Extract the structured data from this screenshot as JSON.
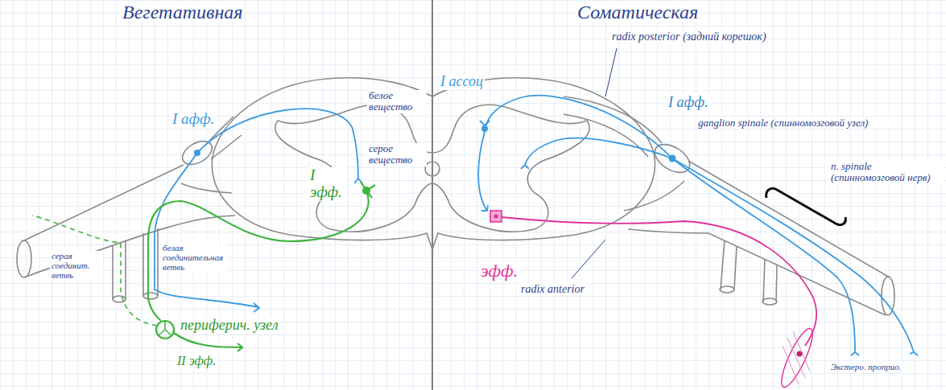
{
  "diagram": {
    "labels": [
      "Вегетативная",
      "Соматическая",
      "I афф.",
      "I эфф.",
      "белое вещество",
      "серое вещество",
      "I ассоц",
      "radix posterior (задний корешок)",
      "I афф.",
      "ganglion spinale (спинномозговой узел)",
      "n. spinale (спинномозговой нерв)",
      "серая соединит. ветвь",
      "белая соединительная ветвь",
      "периферич. узел",
      "II эфф.",
      "эфф.",
      "radix anterior",
      "Экстеро. проприо."
    ]
  }
}
